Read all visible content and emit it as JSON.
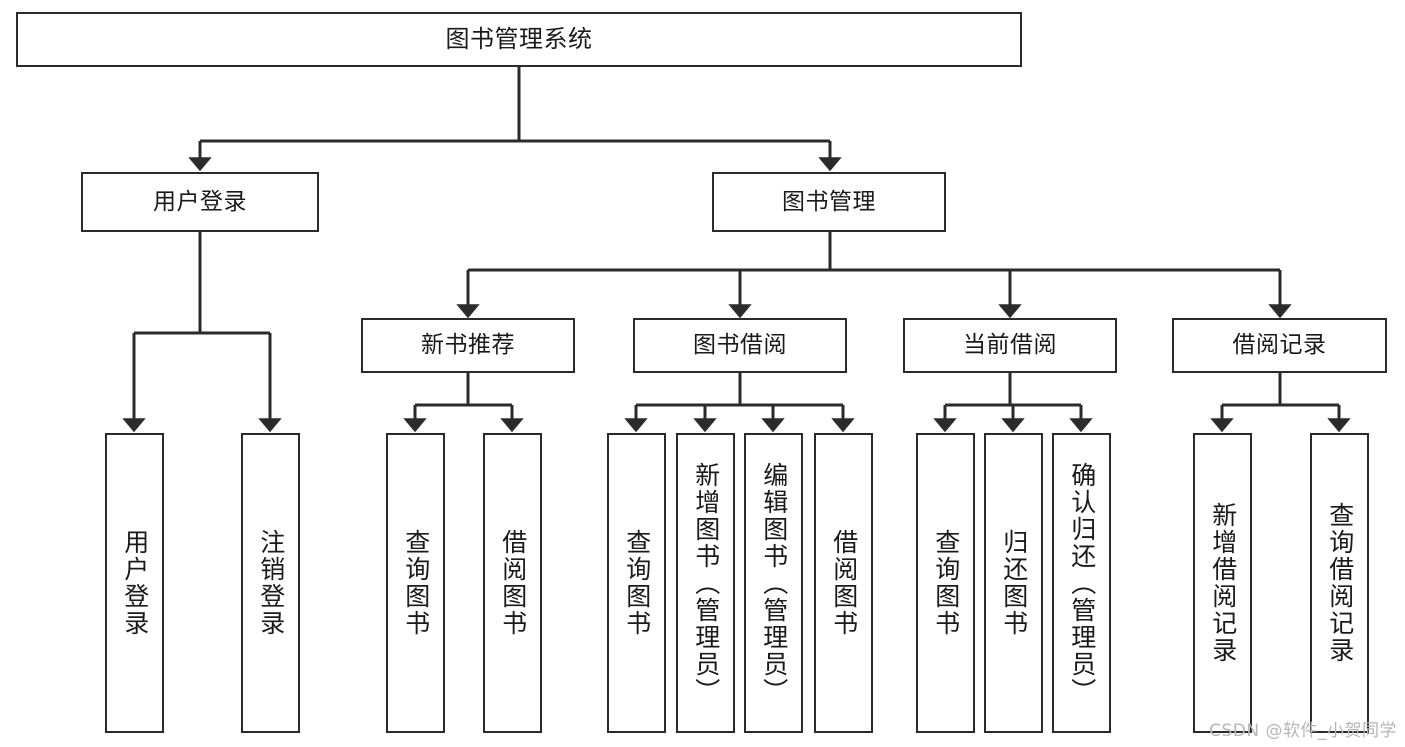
{
  "diagram": {
    "title": "图书管理系统",
    "type": "tree-hierarchy-chart",
    "watermark": "CSDN @软件_小贺同学",
    "colors": {
      "box_border": "#2b2b2b",
      "box_fill": "#ffffff",
      "connector": "#2b2b2b",
      "text": "#1a1a1a",
      "watermark": "#b6b6b6",
      "background": "#ffffff"
    },
    "nodes": {
      "root": {
        "label": "图书管理系统"
      },
      "level2": [
        {
          "id": "user-login",
          "label": "用户登录"
        },
        {
          "id": "book-management",
          "label": "图书管理"
        }
      ],
      "level3": [
        {
          "id": "new-book-recommend",
          "label": "新书推荐"
        },
        {
          "id": "book-borrow",
          "label": "图书借阅"
        },
        {
          "id": "current-borrow",
          "label": "当前借阅"
        },
        {
          "id": "borrow-record",
          "label": "借阅记录"
        }
      ],
      "leaves": {
        "user-login": [
          {
            "id": "leaf-user-login",
            "label": "用户登录"
          },
          {
            "id": "leaf-logout-login",
            "label": "注销登录"
          }
        ],
        "new-book-recommend": [
          {
            "id": "leaf-query-book-1",
            "label": "查询图书"
          },
          {
            "id": "leaf-borrow-book-1",
            "label": "借阅图书"
          }
        ],
        "book-borrow": [
          {
            "id": "leaf-query-book-2",
            "label": "查询图书"
          },
          {
            "id": "leaf-add-book",
            "label": "新增图书（管理员）"
          },
          {
            "id": "leaf-edit-book",
            "label": "编辑图书（管理员）"
          },
          {
            "id": "leaf-borrow-book-2",
            "label": "借阅图书"
          }
        ],
        "current-borrow": [
          {
            "id": "leaf-query-book-3",
            "label": "查询图书"
          },
          {
            "id": "leaf-return-book",
            "label": "归还图书"
          },
          {
            "id": "leaf-confirm-return",
            "label": "确认归还（管理员）"
          }
        ],
        "borrow-record": [
          {
            "id": "leaf-add-record",
            "label": "新增借阅记录"
          },
          {
            "id": "leaf-query-record",
            "label": "查询借阅记录"
          }
        ]
      }
    }
  }
}
